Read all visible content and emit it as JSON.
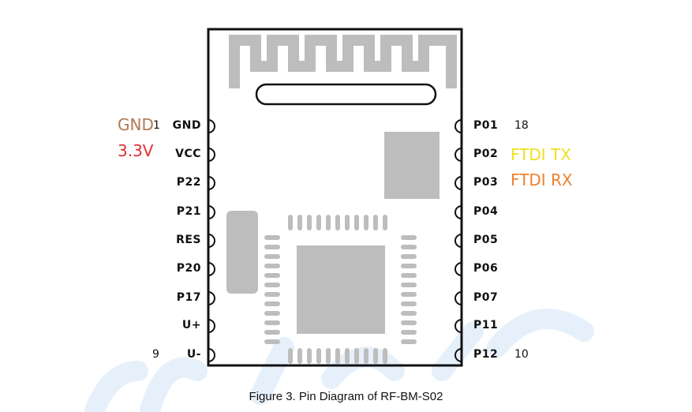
{
  "left_pins": [
    "GND",
    "VCC",
    "P22",
    "P21",
    "RES",
    "P20",
    "P17",
    "U+",
    "U-"
  ],
  "right_pins": [
    "P01",
    "P02",
    "P03",
    "P04",
    "P05",
    "P06",
    "P07",
    "P11",
    "P12"
  ],
  "pin_numbers": {
    "left_top": "1",
    "left_bottom": "9",
    "right_top": "18",
    "right_bottom": "10"
  },
  "annotations": {
    "gnd": {
      "text": "GND",
      "color": "#b07850"
    },
    "v33": {
      "text": "3.3V",
      "color": "#e03030"
    },
    "ftdi_tx": {
      "text": "FTDI TX",
      "color": "#f0e020"
    },
    "ftdi_rx": {
      "text": "FTDI RX",
      "color": "#f08030"
    }
  },
  "caption": "Figure 3. Pin Diagram of RF-BM-S02",
  "colors": {
    "module_outline": "#111111",
    "component_gray": "#bdbdbd",
    "watermark": "#e6f0fb"
  }
}
